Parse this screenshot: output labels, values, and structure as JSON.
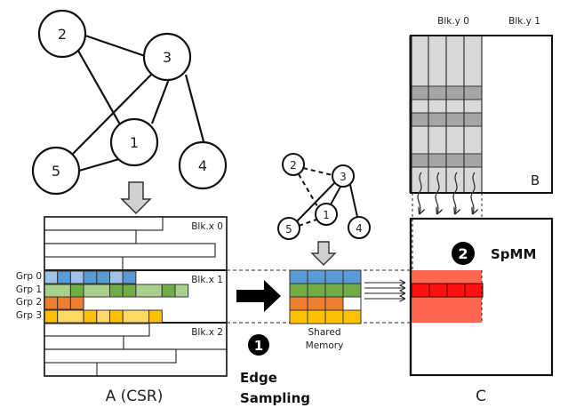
{
  "graph": {
    "nodes": [
      "1",
      "2",
      "3",
      "4",
      "5"
    ],
    "edges": [
      [
        "2",
        "3"
      ],
      [
        "2",
        "1"
      ],
      [
        "3",
        "5"
      ],
      [
        "3",
        "1"
      ],
      [
        "3",
        "4"
      ],
      [
        "5",
        "1"
      ]
    ]
  },
  "sampled_graph": {
    "nodes": [
      "1",
      "2",
      "3",
      "4",
      "5"
    ],
    "kept_edges": [
      [
        "3",
        "5"
      ],
      [
        "3",
        "1"
      ],
      [
        "3",
        "4"
      ]
    ],
    "dropped_edges": [
      [
        "2",
        "3"
      ],
      [
        "2",
        "1"
      ],
      [
        "5",
        "1"
      ]
    ]
  },
  "matrix_a": {
    "label": "A (CSR)",
    "blocks": [
      "Blk.x 0",
      "Blk.x 1",
      "Blk.x 2"
    ],
    "groups": [
      {
        "label": "Grp 0",
        "color_light": "#9dc3e6",
        "color_dark": "#5b9bd5",
        "cells": [
          "L",
          "D",
          "L",
          "D",
          "D",
          "L",
          "D"
        ]
      },
      {
        "label": "Grp 1",
        "color_light": "#a9d18e",
        "color_dark": "#70ad47",
        "cells": [
          "LW",
          "D",
          "LW",
          "D",
          "D",
          "LW",
          "D",
          "L"
        ]
      },
      {
        "label": "Grp 2",
        "color_light": "#ed7d31",
        "color_dark": "#ed7d31",
        "cells": [
          "D",
          "D",
          "D"
        ]
      },
      {
        "label": "Grp 3",
        "color_light": "#ffd966",
        "color_dark": "#ffc000",
        "cells": [
          "D",
          "LW",
          "D",
          "L",
          "D",
          "LW",
          "D"
        ]
      }
    ]
  },
  "shared_memory": {
    "label_line1": "Shared",
    "label_line2": "Memory",
    "rows": [
      {
        "color": "#5b9bd5",
        "filled": 4
      },
      {
        "color": "#70ad47",
        "filled": 4
      },
      {
        "color": "#ed7d31",
        "filled": 3
      },
      {
        "color": "#ffc000",
        "filled": 4
      }
    ]
  },
  "matrix_b": {
    "label": "B",
    "blocks": [
      "Blk.y 0",
      "Blk.y 1"
    ]
  },
  "matrix_c": {
    "label": "C"
  },
  "steps": [
    {
      "number": "1",
      "label_line1": "Edge",
      "label_line2": "Sampling"
    },
    {
      "number": "2",
      "label": "SpMM"
    }
  ],
  "colors": {
    "c_region": "#ff6650",
    "c_row": "#ff1111",
    "b_light": "#d9d9d9",
    "b_dark": "#a6a6a6",
    "arrow_gray": "#d0d0d0"
  }
}
